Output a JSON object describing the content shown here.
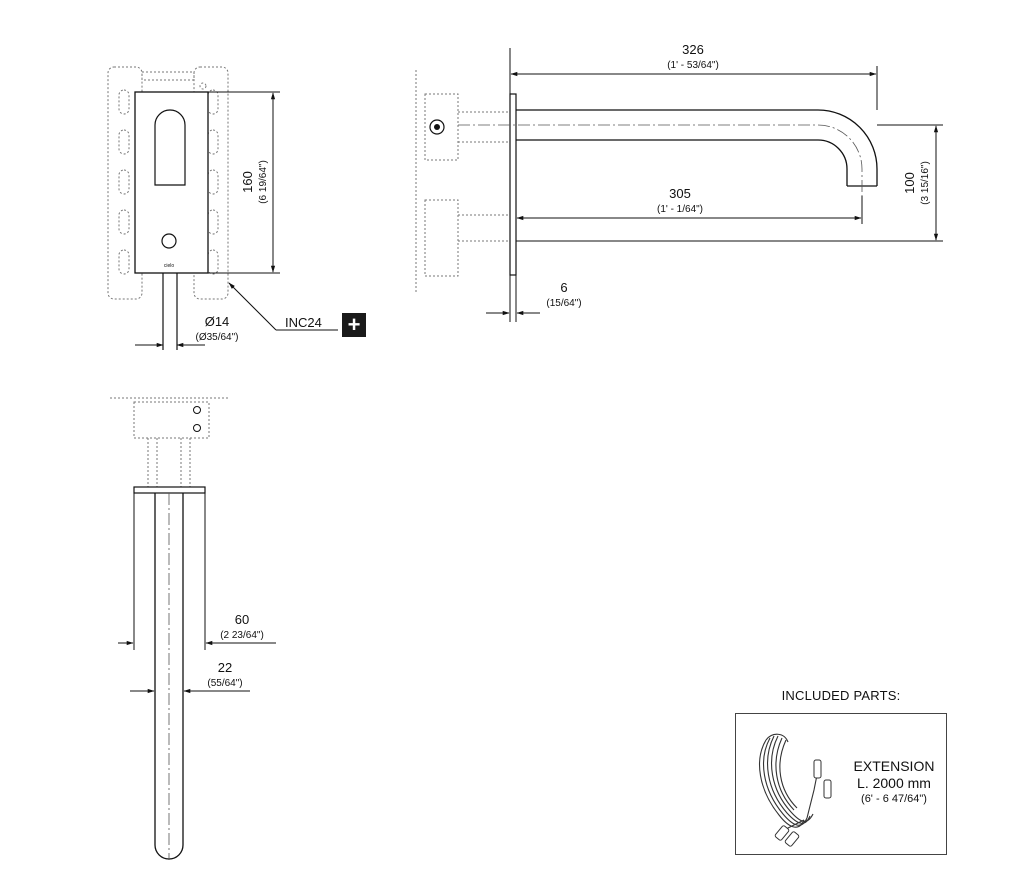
{
  "front_view": {
    "height_mm": "160",
    "height_in": "(6 19/64\")",
    "diameter_mm": "Ø14",
    "diameter_in": "(Ø35/64\")",
    "code_label": "INC24",
    "plus_icon": "plus-icon",
    "logo_text": "cielo"
  },
  "side_view": {
    "overall_length_mm": "326",
    "overall_length_in": "(1' - 53/64\")",
    "reach_mm": "305",
    "reach_in": "(1' - 1/64\")",
    "drop_mm": "100",
    "drop_in": "(3 15/16\")",
    "plate_mm": "6",
    "plate_in": "(15/64\")"
  },
  "top_view": {
    "plate_width_mm": "60",
    "plate_width_in": "(2 23/64\")",
    "spout_width_mm": "22",
    "spout_width_in": "(55/64\")"
  },
  "included_parts": {
    "title": "INCLUDED PARTS:",
    "item_name": "EXTENSION",
    "item_length": "L. 2000 mm",
    "item_length_in": "(6' - 6 47/64\")",
    "item_icon": "cable-icon"
  }
}
